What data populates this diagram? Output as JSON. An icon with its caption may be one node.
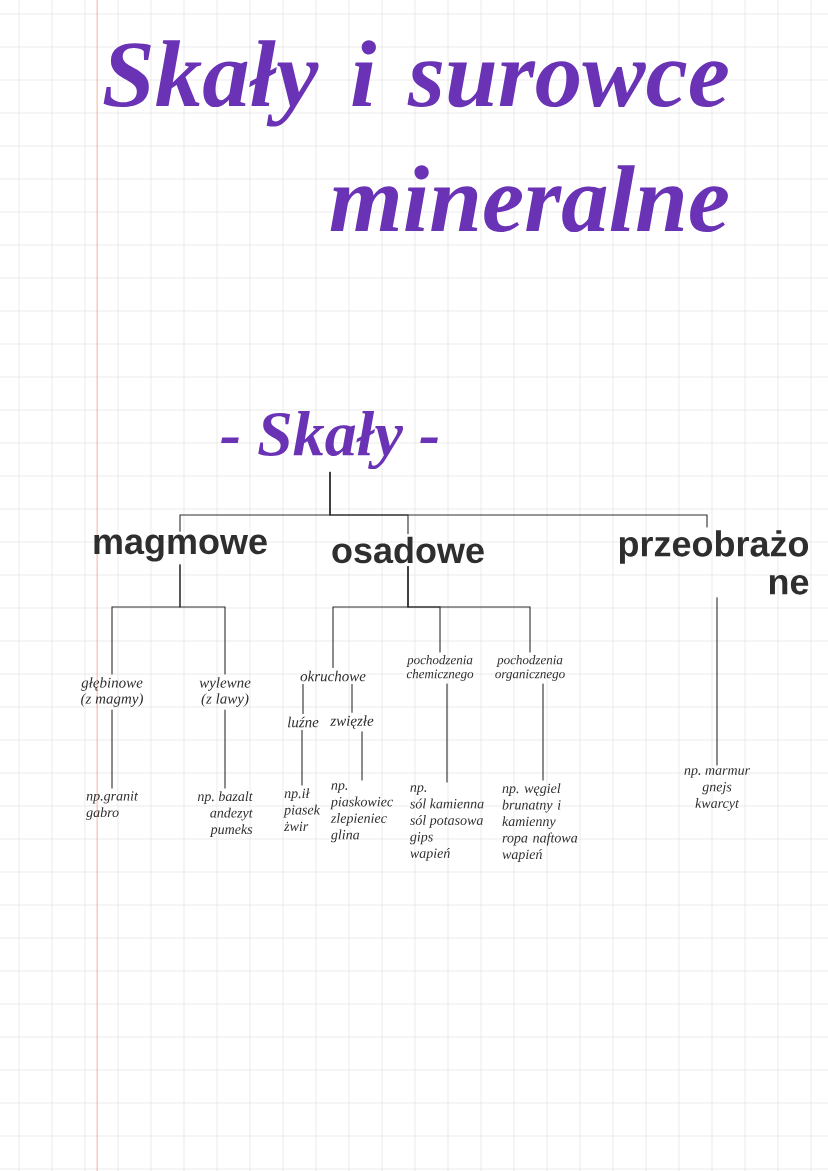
{
  "diagram": {
    "title": "Skały i surowce mineralne",
    "nodes": [
      {
        "text": [
          "- Skały -"
        ]
      },
      {
        "text": [
          "magmowe"
        ]
      },
      {
        "text": [
          "osadowe"
        ]
      },
      {
        "text": [
          "przeobrażo ne"
        ]
      },
      {
        "text": [
          "głębinowe",
          "(z magmy)"
        ]
      },
      {
        "text": [
          "wylewne",
          "(z lawy)"
        ]
      },
      {
        "text": [
          "okruchowe"
        ]
      },
      {
        "text": [
          "pochodzenia chemicznego"
        ]
      },
      {
        "text": [
          "pochodzenia organicznego"
        ]
      },
      {
        "text": [
          "luźne"
        ]
      },
      {
        "text": [
          "zwięzłe"
        ]
      },
      {
        "text": [
          "np.granit",
          "gabro"
        ]
      },
      {
        "text": [
          "np. bazalt",
          "andezyt",
          "pumeks"
        ]
      },
      {
        "text": [
          "np.ił",
          "piasek",
          "żwir"
        ]
      },
      {
        "text": [
          "np.",
          "piaskowiec",
          "zlepieniec",
          "glina"
        ]
      },
      {
        "text": [
          "np.",
          "sól kamienna",
          "sól potasowa",
          "gips",
          "wapień"
        ]
      },
      {
        "text": [
          "np. węgiel brunatny i kamienny",
          "ropa naftowa",
          "wapień"
        ]
      },
      {
        "text": [
          "np. marmur",
          "gnejs",
          "kwarcyt"
        ]
      }
    ],
    "edges": [
      {
        "from": 0,
        "to": 1,
        "arrow": "none"
      },
      {
        "from": 0,
        "to": 2,
        "arrow": "none"
      },
      {
        "from": 0,
        "to": 3,
        "arrow": "none"
      },
      {
        "from": 1,
        "to": 4,
        "arrow": "none"
      },
      {
        "from": 1,
        "to": 5,
        "arrow": "none"
      },
      {
        "from": 2,
        "to": 6,
        "arrow": "none"
      },
      {
        "from": 2,
        "to": 7,
        "arrow": "none"
      },
      {
        "from": 2,
        "to": 8,
        "arrow": "none"
      },
      {
        "from": 6,
        "to": 9,
        "arrow": "none"
      },
      {
        "from": 6,
        "to": 10,
        "arrow": "none"
      },
      {
        "from": 4,
        "to": 11,
        "arrow": "none"
      },
      {
        "from": 5,
        "to": 12,
        "arrow": "none"
      },
      {
        "from": 9,
        "to": 13,
        "arrow": "none"
      },
      {
        "from": 10,
        "to": 14,
        "arrow": "none"
      },
      {
        "from": 7,
        "to": 15,
        "arrow": "none"
      },
      {
        "from": 8,
        "to": 16,
        "arrow": "none"
      },
      {
        "from": 3,
        "to": 17,
        "arrow": "none"
      }
    ]
  }
}
